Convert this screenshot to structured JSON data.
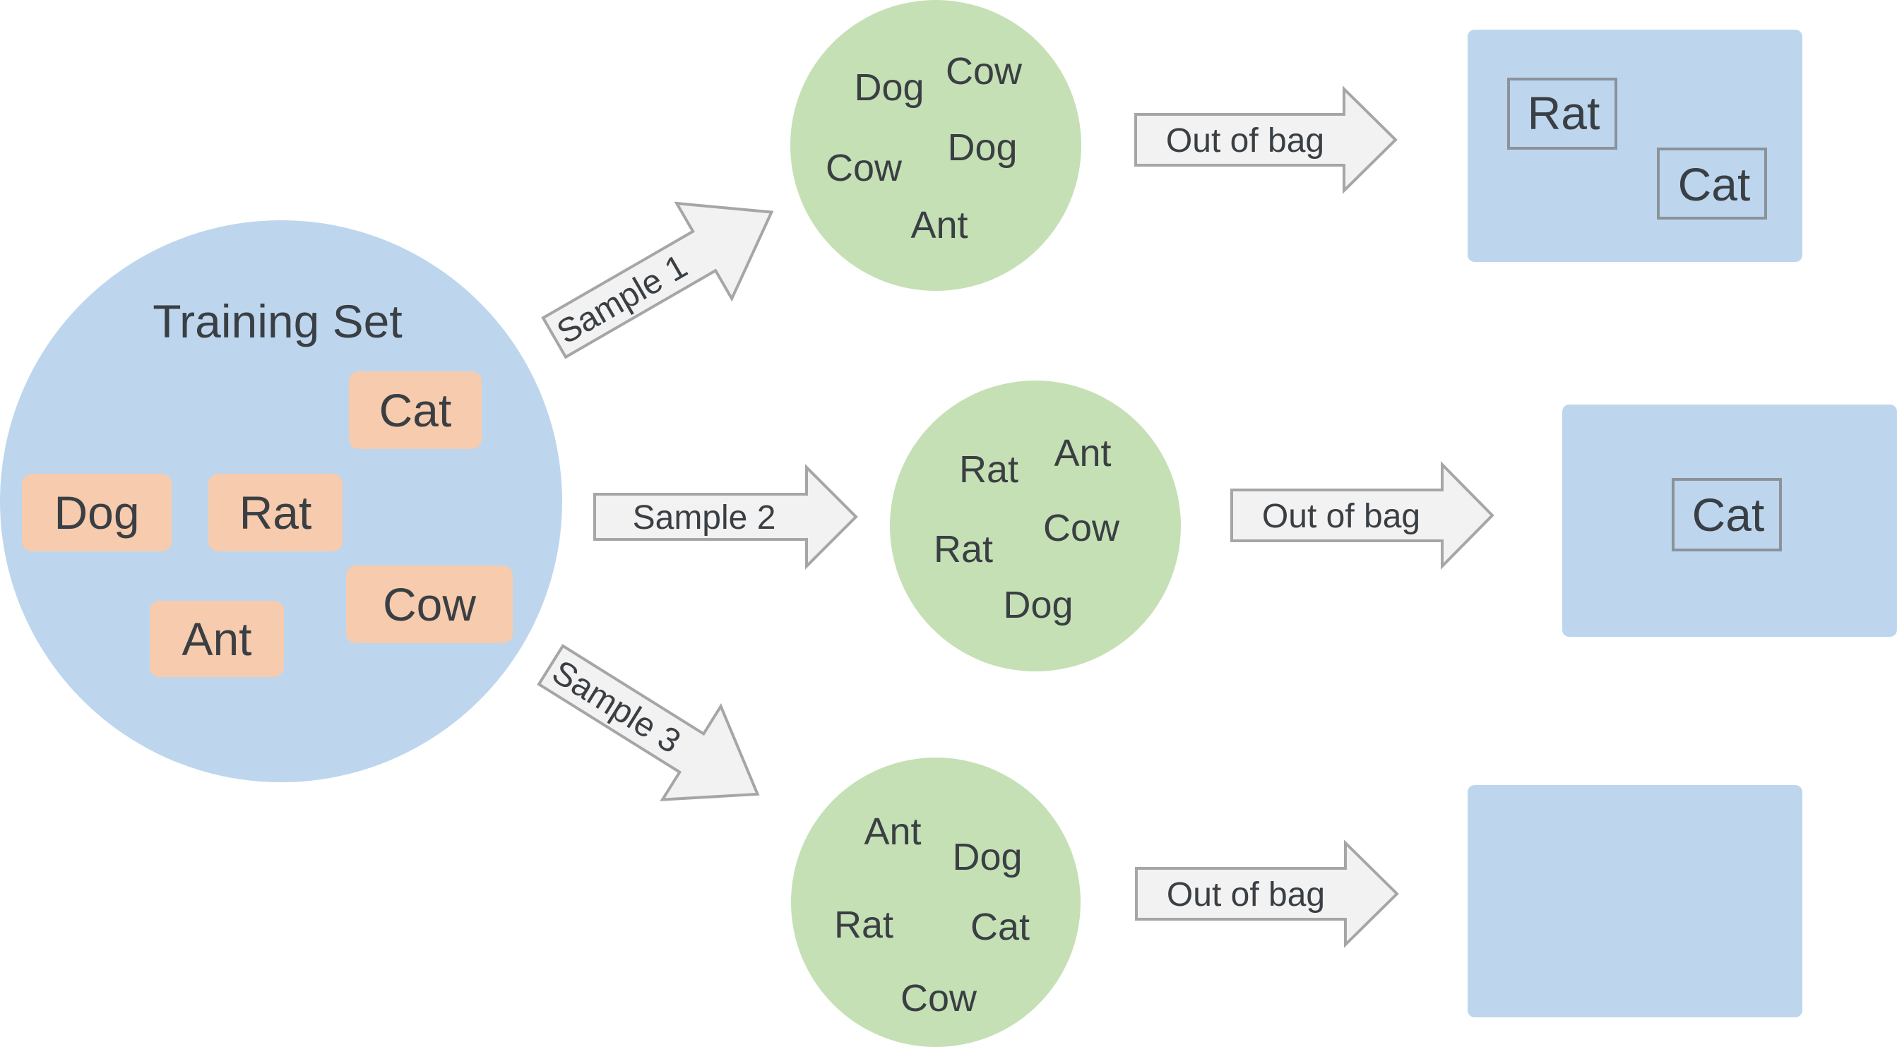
{
  "colors": {
    "training_circle": "#bdd6ee",
    "item_box": "#f7cbad",
    "sample_circle": "#c5e0b4",
    "oob_panel": "#bdd6ee",
    "arrow_fill": "#f2f2f2",
    "arrow_stroke": "#a6a6a6",
    "text": "#3a3f44"
  },
  "training": {
    "title": "Training Set",
    "items": [
      "Cat",
      "Dog",
      "Rat",
      "Cow",
      "Ant"
    ]
  },
  "samples": [
    {
      "arrow_label": "Sample 1",
      "items": [
        "Dog",
        "Cow",
        "Dog",
        "Cow",
        "Ant"
      ]
    },
    {
      "arrow_label": "Sample 2",
      "items": [
        "Rat",
        "Ant",
        "Cow",
        "Rat",
        "Dog"
      ]
    },
    {
      "arrow_label": "Sample 3",
      "items": [
        "Ant",
        "Dog",
        "Rat",
        "Cat",
        "Cow"
      ]
    }
  ],
  "oob": [
    {
      "arrow_label": "Out of bag",
      "items": [
        "Rat",
        "Cat"
      ]
    },
    {
      "arrow_label": "Out of bag",
      "items": [
        "Cat"
      ]
    },
    {
      "arrow_label": "Out of bag",
      "items": []
    }
  ]
}
